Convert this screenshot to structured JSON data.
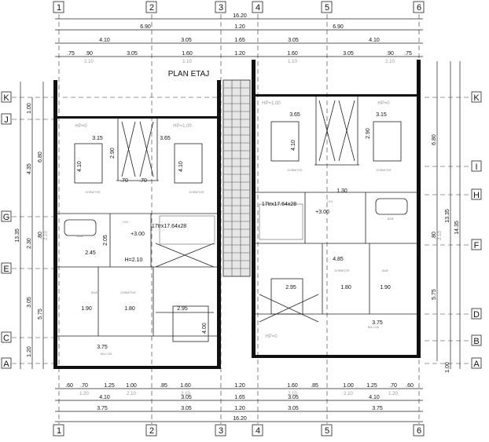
{
  "title": "PLAN ETAJ",
  "grid_columns": [
    "1",
    "2",
    "3",
    "4",
    "5",
    "6"
  ],
  "grid_rows_left": [
    "K",
    "J",
    "G",
    "E",
    "C",
    "A"
  ],
  "grid_rows_right": [
    "K",
    "I",
    "H",
    "F",
    "D",
    "B",
    "A"
  ],
  "top_dims": {
    "row0": [
      "16.20"
    ],
    "row1": [
      "6.90",
      "1.20",
      "6.90"
    ],
    "row2": [
      "4.10",
      "3.05",
      "1.65",
      "3.05",
      "4.10"
    ],
    "row3": [
      ".75",
      ".90",
      "3.05",
      "1.60",
      "1.20",
      "1.60",
      "3.05",
      ".90",
      ".75"
    ],
    "row3_sub": [
      "2.10",
      "1.10",
      "1.10",
      "2.10"
    ]
  },
  "bottom_dims": {
    "row0": [
      ".60",
      ".70",
      "1.25",
      "1.00",
      ".85",
      "1.60",
      "1.20",
      "1.60",
      ".85",
      "1.00",
      "1.25",
      ".70",
      ".60"
    ],
    "row0_sub": [
      "1.20",
      "2.10",
      "2.10",
      "2.10",
      "2.10",
      "1.20"
    ],
    "row1": [
      "4.10",
      "3.05",
      "1.65",
      "3.05",
      "4.10"
    ],
    "row2": [
      "3.75",
      "3.05",
      "1.20",
      "3.05",
      "3.75"
    ],
    "row3": [
      "16.20"
    ]
  },
  "left_dims": [
    "1.00",
    "4.35",
    "6.80",
    "13.35",
    "2.30",
    ".80",
    "2.10",
    "3.05",
    "5.75",
    "1.20"
  ],
  "right_dims": [
    "6.80",
    ".80",
    "2.10",
    "13.35",
    "14.35",
    "5.75",
    "1.00"
  ],
  "rooms": {
    "dormitor": "DORMITOR",
    "baie": "BAIE",
    "hol": "HOL",
    "balcon": "BALCON"
  },
  "annotations": {
    "stair": "17trx17.64x28",
    "level": "+3.00",
    "hp0": "HP=0",
    "hp1": "HP=1.00",
    "hp210": "H=2.10"
  },
  "interior_dims": [
    "3.15",
    "3.65",
    "4.10",
    "2.90",
    "4.10",
    ".70",
    ".70",
    "2.45",
    "2.05",
    "1.90",
    "1.80",
    "2.95",
    "4.00",
    "3.75",
    "3.65",
    "3.15",
    "4.10",
    "2.90",
    "1.80",
    "1.90",
    "2.95",
    "3.75",
    "4.85",
    "1.30"
  ]
}
